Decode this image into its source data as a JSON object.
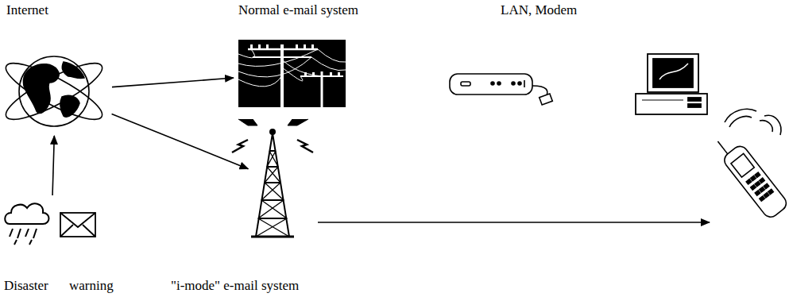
{
  "diagram": {
    "nodes": [
      {
        "text": [
          "Internet"
        ]
      },
      {
        "text": [
          "Normal e-mail system"
        ]
      },
      {
        "text": [
          "\"i-mode\" e-mail system"
        ]
      },
      {
        "text": [
          "LAN, Modem"
        ]
      },
      {
        "text": [
          "Disaster warning"
        ]
      }
    ],
    "edges": [
      {
        "from": 4,
        "to": 0,
        "arrow": "to"
      },
      {
        "from": 0,
        "to": 1,
        "arrow": "to"
      },
      {
        "from": 0,
        "to": 2,
        "arrow": "to"
      }
    ]
  }
}
